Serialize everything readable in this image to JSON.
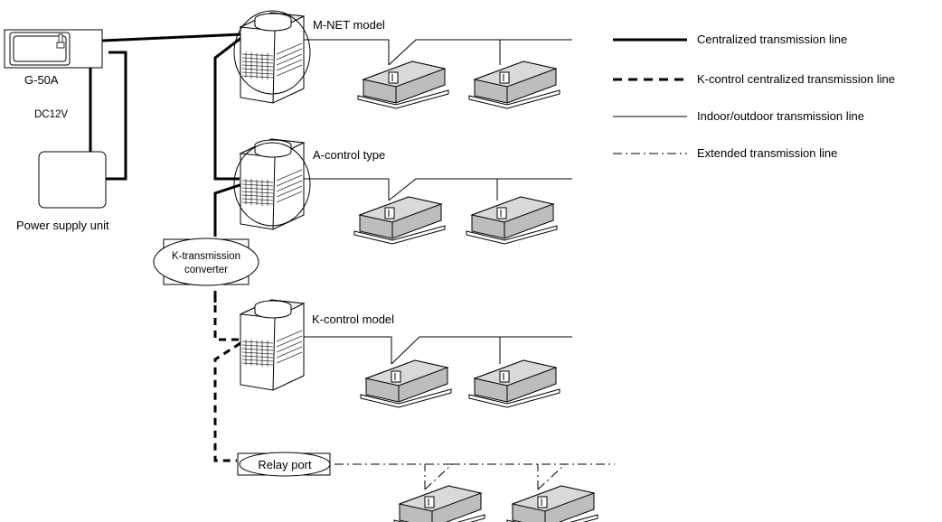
{
  "devices": {
    "controller": "G-50A",
    "voltage": "DC12V",
    "power_supply": "Power supply unit",
    "converter_line1": "K-transmission",
    "converter_line2": "converter",
    "relay": "Relay port"
  },
  "systems": [
    {
      "label": "M-NET model"
    },
    {
      "label": "A-control type"
    },
    {
      "label": "K-control model"
    }
  ],
  "legend": [
    {
      "style": "thick-solid",
      "label": "Centralized transmission line"
    },
    {
      "style": "thick-dashed",
      "label": "K-control centralized transmission line"
    },
    {
      "style": "thin-solid",
      "label": "Indoor/outdoor transmission line"
    },
    {
      "style": "dash-dot",
      "label": "Extended transmission line"
    }
  ],
  "colors": {
    "line": "#000000",
    "unit_fill": "#f0f0f0",
    "grille": "#555555"
  }
}
